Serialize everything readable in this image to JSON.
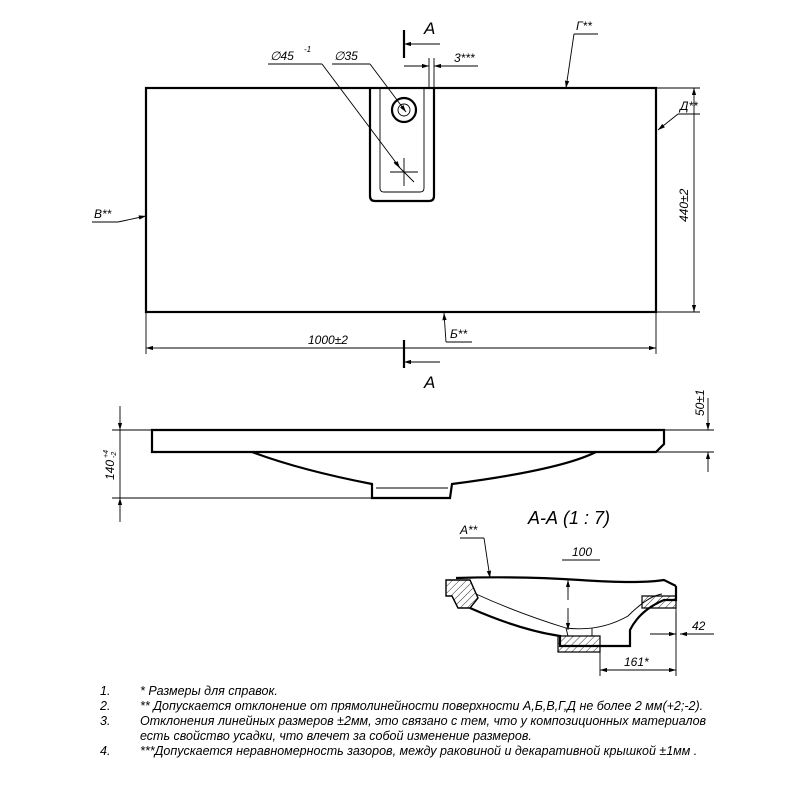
{
  "plan_view": {
    "section_letter_top": "A",
    "section_letter_bottom": "A",
    "dim_diameter_large": "∅45",
    "dim_diameter_large_tol": "-1",
    "dim_diameter_small": "∅35",
    "dim_gap": "3***",
    "surface_g": "Г**",
    "surface_d": "Д**",
    "surface_v": "В**",
    "surface_b": "Б**",
    "dim_width": "1000",
    "dim_width_tol": "±2",
    "dim_depth": "440",
    "dim_depth_tol": "±2"
  },
  "side_view": {
    "dim_height": "140",
    "dim_height_tol_upper": "+4",
    "dim_height_tol_lower": "-2",
    "dim_rim": "50",
    "dim_rim_tol": "±1"
  },
  "section_view": {
    "title": "А-А (1 : 7)",
    "surface_a": "А**",
    "dim_depth": "100",
    "dim_offset": "42",
    "dim_length": "161*"
  },
  "notes": [
    {
      "num": "1.",
      "text": "*  Размеры для справок."
    },
    {
      "num": "2.",
      "text": "**  Допускается отклонение от прямолинейности поверхности А,Б,В,Г,Д не более 2 мм(+2;-2)."
    },
    {
      "num": "3.",
      "text": "Отклонения линейных размеров ±2мм, это связано с тем, что у композиционных материалов есть свойство усадки, что влечет за собой изменение размеров."
    },
    {
      "num": "4.",
      "text": "***Допускается неравномерность зазоров, между раковиной и декаративной крышкой ±1мм ."
    }
  ]
}
